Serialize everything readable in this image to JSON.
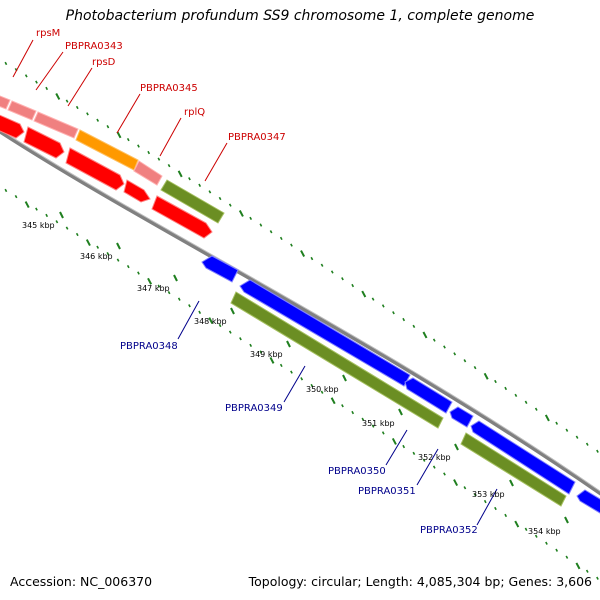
{
  "title": "Photobacterium profundum SS9 chromosome 1, complete genome",
  "accession_text": "Accession: NC_006370",
  "summary_text": "Topology: circular; Length: 4,085,304 bp; Genes: 3,606",
  "colors": {
    "forward_label": "#cc0000",
    "reverse_label": "#00008b",
    "backbone": "#808080",
    "ticks": "#1f7f1f"
  },
  "scale_ticks": [
    "345 kbp",
    "346 kbp",
    "347 kbp",
    "348 kbp",
    "349 kbp",
    "350 kbp",
    "351 kbp",
    "352 kbp",
    "353 kbp",
    "354 kbp"
  ],
  "forward_labels": [
    "rpsM",
    "PBPRA0343",
    "rpsD",
    "PBPRA0345",
    "rplQ",
    "PBPRA0347"
  ],
  "reverse_labels": [
    "PBPRA0348",
    "PBPRA0349",
    "PBPRA0350",
    "PBPRA0351",
    "PBPRA0352"
  ],
  "feature_colors": {
    "pink": "#f08080",
    "orange": "#ff9900",
    "olive": "#6b8e23",
    "red": "#ff0000",
    "blue": "#0000ff"
  }
}
